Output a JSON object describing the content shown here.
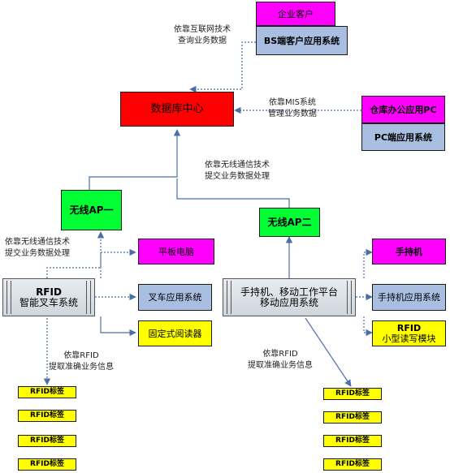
{
  "nodes": {
    "enterprise_client": "企业客户",
    "bs_app": "BS端客户应用系统",
    "db_center": "数据库中心",
    "warehouse_office_pc": "仓库办公应用PC",
    "pc_app": "PC端应用系统",
    "wireless_ap1": "无线AP一",
    "wireless_ap2": "无线AP二",
    "tablet": "平板电脑",
    "forklift_line1": "RFID",
    "forklift_line2": "智能叉车系统",
    "forklift_app": "叉车应用系统",
    "fixed_reader": "固定式阅读器",
    "handheld_platform_line1": "手持机、移动工作平台",
    "handheld_platform_line2": "移动应用系统",
    "handheld": "手持机",
    "handheld_app": "手持机应用系统",
    "rfid_module_line1": "RFID",
    "rfid_module_line2": "小型读写模块"
  },
  "rfid_tags": {
    "left": [
      "RFID标签",
      "RFID标签",
      "RFID标签",
      "RFID标签"
    ],
    "right": [
      "RFID标签",
      "RFID标签",
      "RFID标签",
      "RFID标签"
    ]
  },
  "notes": {
    "internet_line1": "依靠互联网技术",
    "internet_line2": "查询业务数据",
    "mis_line1": "依靠MIS系统",
    "mis_line2": "管理业务数据",
    "wireless_top_line1": "依靠无线通信技术",
    "wireless_top_line2": "提交业务数据处理",
    "wireless_left_line1": "依靠无线通信技术",
    "wireless_left_line2": "提交业务数据处理",
    "rfid_left_line1": "依靠RFID",
    "rfid_left_line2": "提取准确业务信息",
    "rfid_right_line1": "依靠RFID",
    "rfid_right_line2": "提取准确业务信息"
  },
  "colors": {
    "database": "#ff0000",
    "client": "#ff00ff",
    "application": "#a8bfe2",
    "access_point": "#00ff33",
    "device": "#ffff00",
    "connector": "#4a6fa5"
  }
}
